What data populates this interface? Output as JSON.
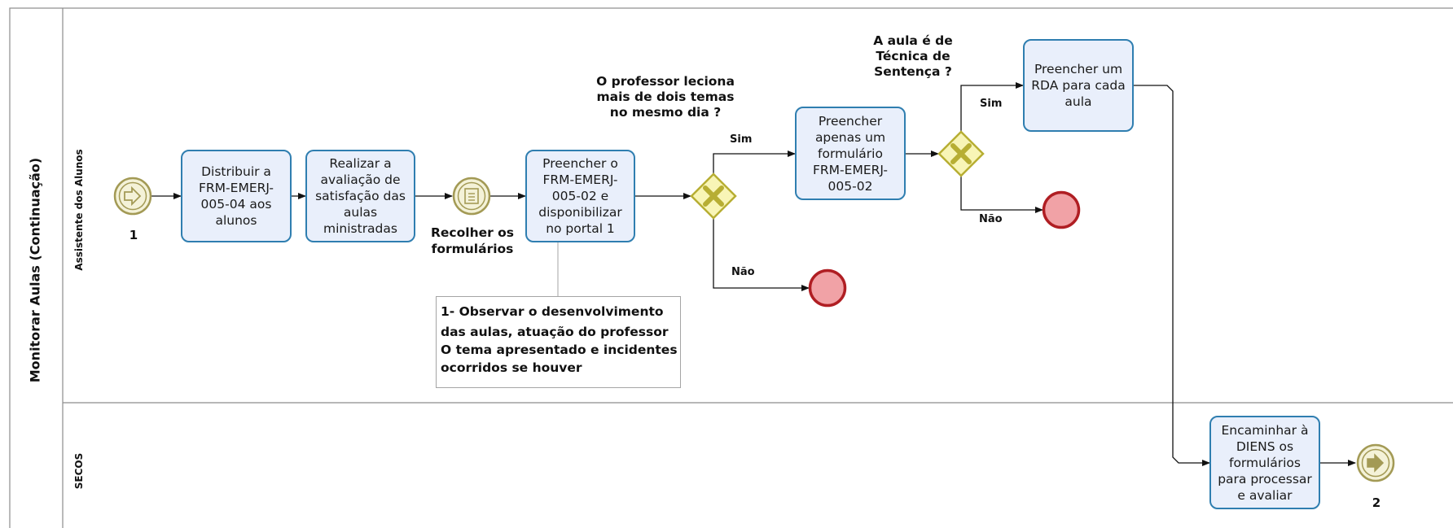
{
  "pool": {
    "label": "Monitorar Aulas (Continuação)"
  },
  "lanes": [
    {
      "label": "Assistente dos Alunos"
    },
    {
      "label": "SECOS"
    }
  ],
  "events": {
    "start_label": "1",
    "intermediate_label": "Recolher os\nformulários",
    "end_link_label": "2"
  },
  "tasks": {
    "distribuir": "Distribuir a\nFRM-EMERJ-\n005-04 aos\nalunos",
    "avaliacao": "Realizar a\navaliação de\nsatisfação das\naulas\nministradas",
    "preencher_frm": "Preencher o\nFRM-EMERJ-\n005-02 e\ndisponibilizar\nno portal  1",
    "preencher_apenas": "Preencher\napenas um\nformulário\nFRM-EMERJ-\n005-02",
    "preencher_rda": "Preencher um\nRDA para cada\naula",
    "encaminhar": "Encaminhar à\nDIENS os\nformulários\npara processar\ne avaliar"
  },
  "gateways": {
    "g1_question": "O professor leciona\nmais de dois temas\nno mesmo dia ?",
    "g1_yes": "Sim",
    "g1_no": "Não",
    "g2_question": "A aula é de\nTécnica de\nSentença ?",
    "g2_yes": "Sim",
    "g2_no": "Não"
  },
  "annotation": {
    "line1": "1-   Observar o desenvolvimento",
    "line2": "das aulas, atuação do professor",
    "line3": "O tema apresentado e incidentes",
    "line4": "ocorridos se houver"
  },
  "colors": {
    "task_fill": "#e9effb",
    "task_border": "#2f7eb0",
    "event_ring": "#a39a55",
    "event_fill": "#f4f2d8",
    "gateway_fill": "#f8f5b6",
    "gateway_border": "#b7ae33",
    "end_fill": "#f1a2a6",
    "end_border": "#b01e23"
  }
}
